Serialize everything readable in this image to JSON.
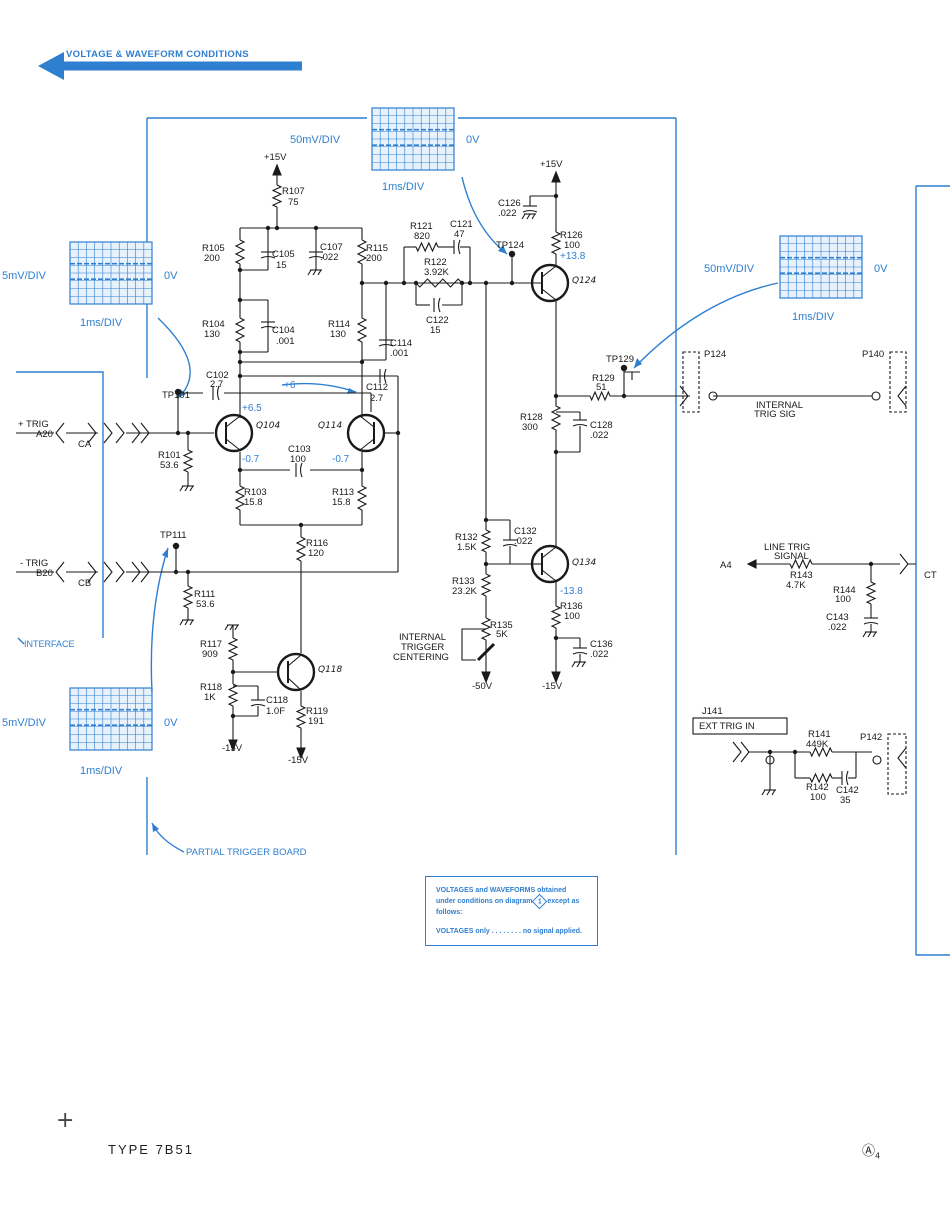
{
  "banner": "VOLTAGE & WAVEFORM CONDITIONS",
  "scopes": [
    {
      "vdiv": "50mV/DIV",
      "tdiv": "1ms/DIV",
      "ref": "0V"
    },
    {
      "vdiv": "5mV/DIV",
      "tdiv": "1ms/DIV",
      "ref": "0V"
    },
    {
      "vdiv": "50mV/DIV",
      "tdiv": "1ms/DIV",
      "ref": "0V"
    },
    {
      "vdiv": "5mV/DIV",
      "tdiv": "1ms/DIV",
      "ref": "0V"
    }
  ],
  "supply": {
    "pos15": "+15V",
    "neg15": "-15V",
    "neg50": "-50V"
  },
  "transistors": {
    "q104": "Q104",
    "q114": "Q114",
    "q118": "Q118",
    "q124": "Q124",
    "q134": "Q134"
  },
  "components": {
    "r107": [
      "R107",
      "75"
    ],
    "r105": [
      "R105",
      "200"
    ],
    "c105": [
      "C105",
      "15"
    ],
    "c107": [
      "C107",
      ".022"
    ],
    "r115": [
      "R115",
      "200"
    ],
    "r104": [
      "R104",
      "130"
    ],
    "c104": [
      "C104",
      ".001"
    ],
    "r114": [
      "R114",
      "130"
    ],
    "c114": [
      "C114",
      ".001"
    ],
    "c102": [
      "C102",
      "2.7"
    ],
    "c112": [
      "C112",
      "2.7"
    ],
    "r101": [
      "R101",
      "53.6"
    ],
    "c103": [
      "C103",
      "100"
    ],
    "r103": [
      "R103",
      "15.8"
    ],
    "r113": [
      "R113",
      "15.8"
    ],
    "r116": [
      "R116",
      "120"
    ],
    "r111": [
      "R111",
      "53.6"
    ],
    "r117": [
      "R117",
      "909"
    ],
    "r118": [
      "R118",
      "1K"
    ],
    "c118": [
      "C118",
      "1.0F"
    ],
    "r119": [
      "R119",
      "191"
    ],
    "r121": [
      "R121",
      "820"
    ],
    "c121": [
      "C121",
      "47"
    ],
    "r122": [
      "R122",
      "3.92K"
    ],
    "c122": [
      "C122",
      "15"
    ],
    "c126": [
      "C126",
      ".022"
    ],
    "r126": [
      "R126",
      "100"
    ],
    "r129": [
      "R129",
      "51"
    ],
    "r128": [
      "R128",
      "300"
    ],
    "c128": [
      "C128",
      ".022"
    ],
    "r132": [
      "R132",
      "1.5K"
    ],
    "c132": [
      "C132",
      ".022"
    ],
    "r133": [
      "R133",
      "23.2K"
    ],
    "r135": [
      "R135",
      "5K"
    ],
    "r136": [
      "R136",
      "100"
    ],
    "c136": [
      "C136",
      ".022"
    ],
    "r143": [
      "R143",
      "4.7K"
    ],
    "r144": [
      "R144",
      "100"
    ],
    "c143": [
      "C143",
      ".022"
    ],
    "r141": [
      "R141",
      "449K"
    ],
    "r142": [
      "R142",
      "100"
    ],
    "c142": [
      "C142",
      "35"
    ]
  },
  "testpoints": {
    "tp101": "TP101",
    "tp111": "TP111",
    "tp124": "TP124",
    "tp129": "TP129"
  },
  "connectors": {
    "p124": "P124",
    "p140": "P140",
    "p142": "P142",
    "j141": "J141",
    "ca": "CA",
    "cb": "CB",
    "ct": "CT",
    "a4": "A4"
  },
  "voltages": {
    "q104e": "+6.5",
    "plus6": "+6",
    "q104b": "-0.7",
    "q114b": "-0.7",
    "q124": "+13.8",
    "q134": "-13.8"
  },
  "signals": {
    "trig_pos": "+ TRIG",
    "trig_pos_pin": "A20",
    "trig_neg": "- TRIG",
    "trig_neg_pin": "B20",
    "interface": "INTERFACE",
    "partial": "PARTIAL TRIGGER BOARD",
    "internal_trig": "INTERNAL",
    "internal_trig2": "TRIG SIG",
    "line_trig": "LINE TRIG",
    "line_trig2": "SIGNAL",
    "ext_trig": "EXT TRIG IN",
    "centering1": "INTERNAL",
    "centering2": "TRIGGER",
    "centering3": "CENTERING"
  },
  "note": {
    "line1": "VOLTAGES and WAVEFORMS obtained",
    "line2": "under conditions on diagram",
    "diagram_num": "1",
    "line2b": "except as",
    "line3": "follows:",
    "line4": "VOLTAGES only . . . . . . . . no signal applied."
  },
  "footer": {
    "title": "TYPE 7B51",
    "page_mark": "A",
    "page_sub": "4"
  }
}
